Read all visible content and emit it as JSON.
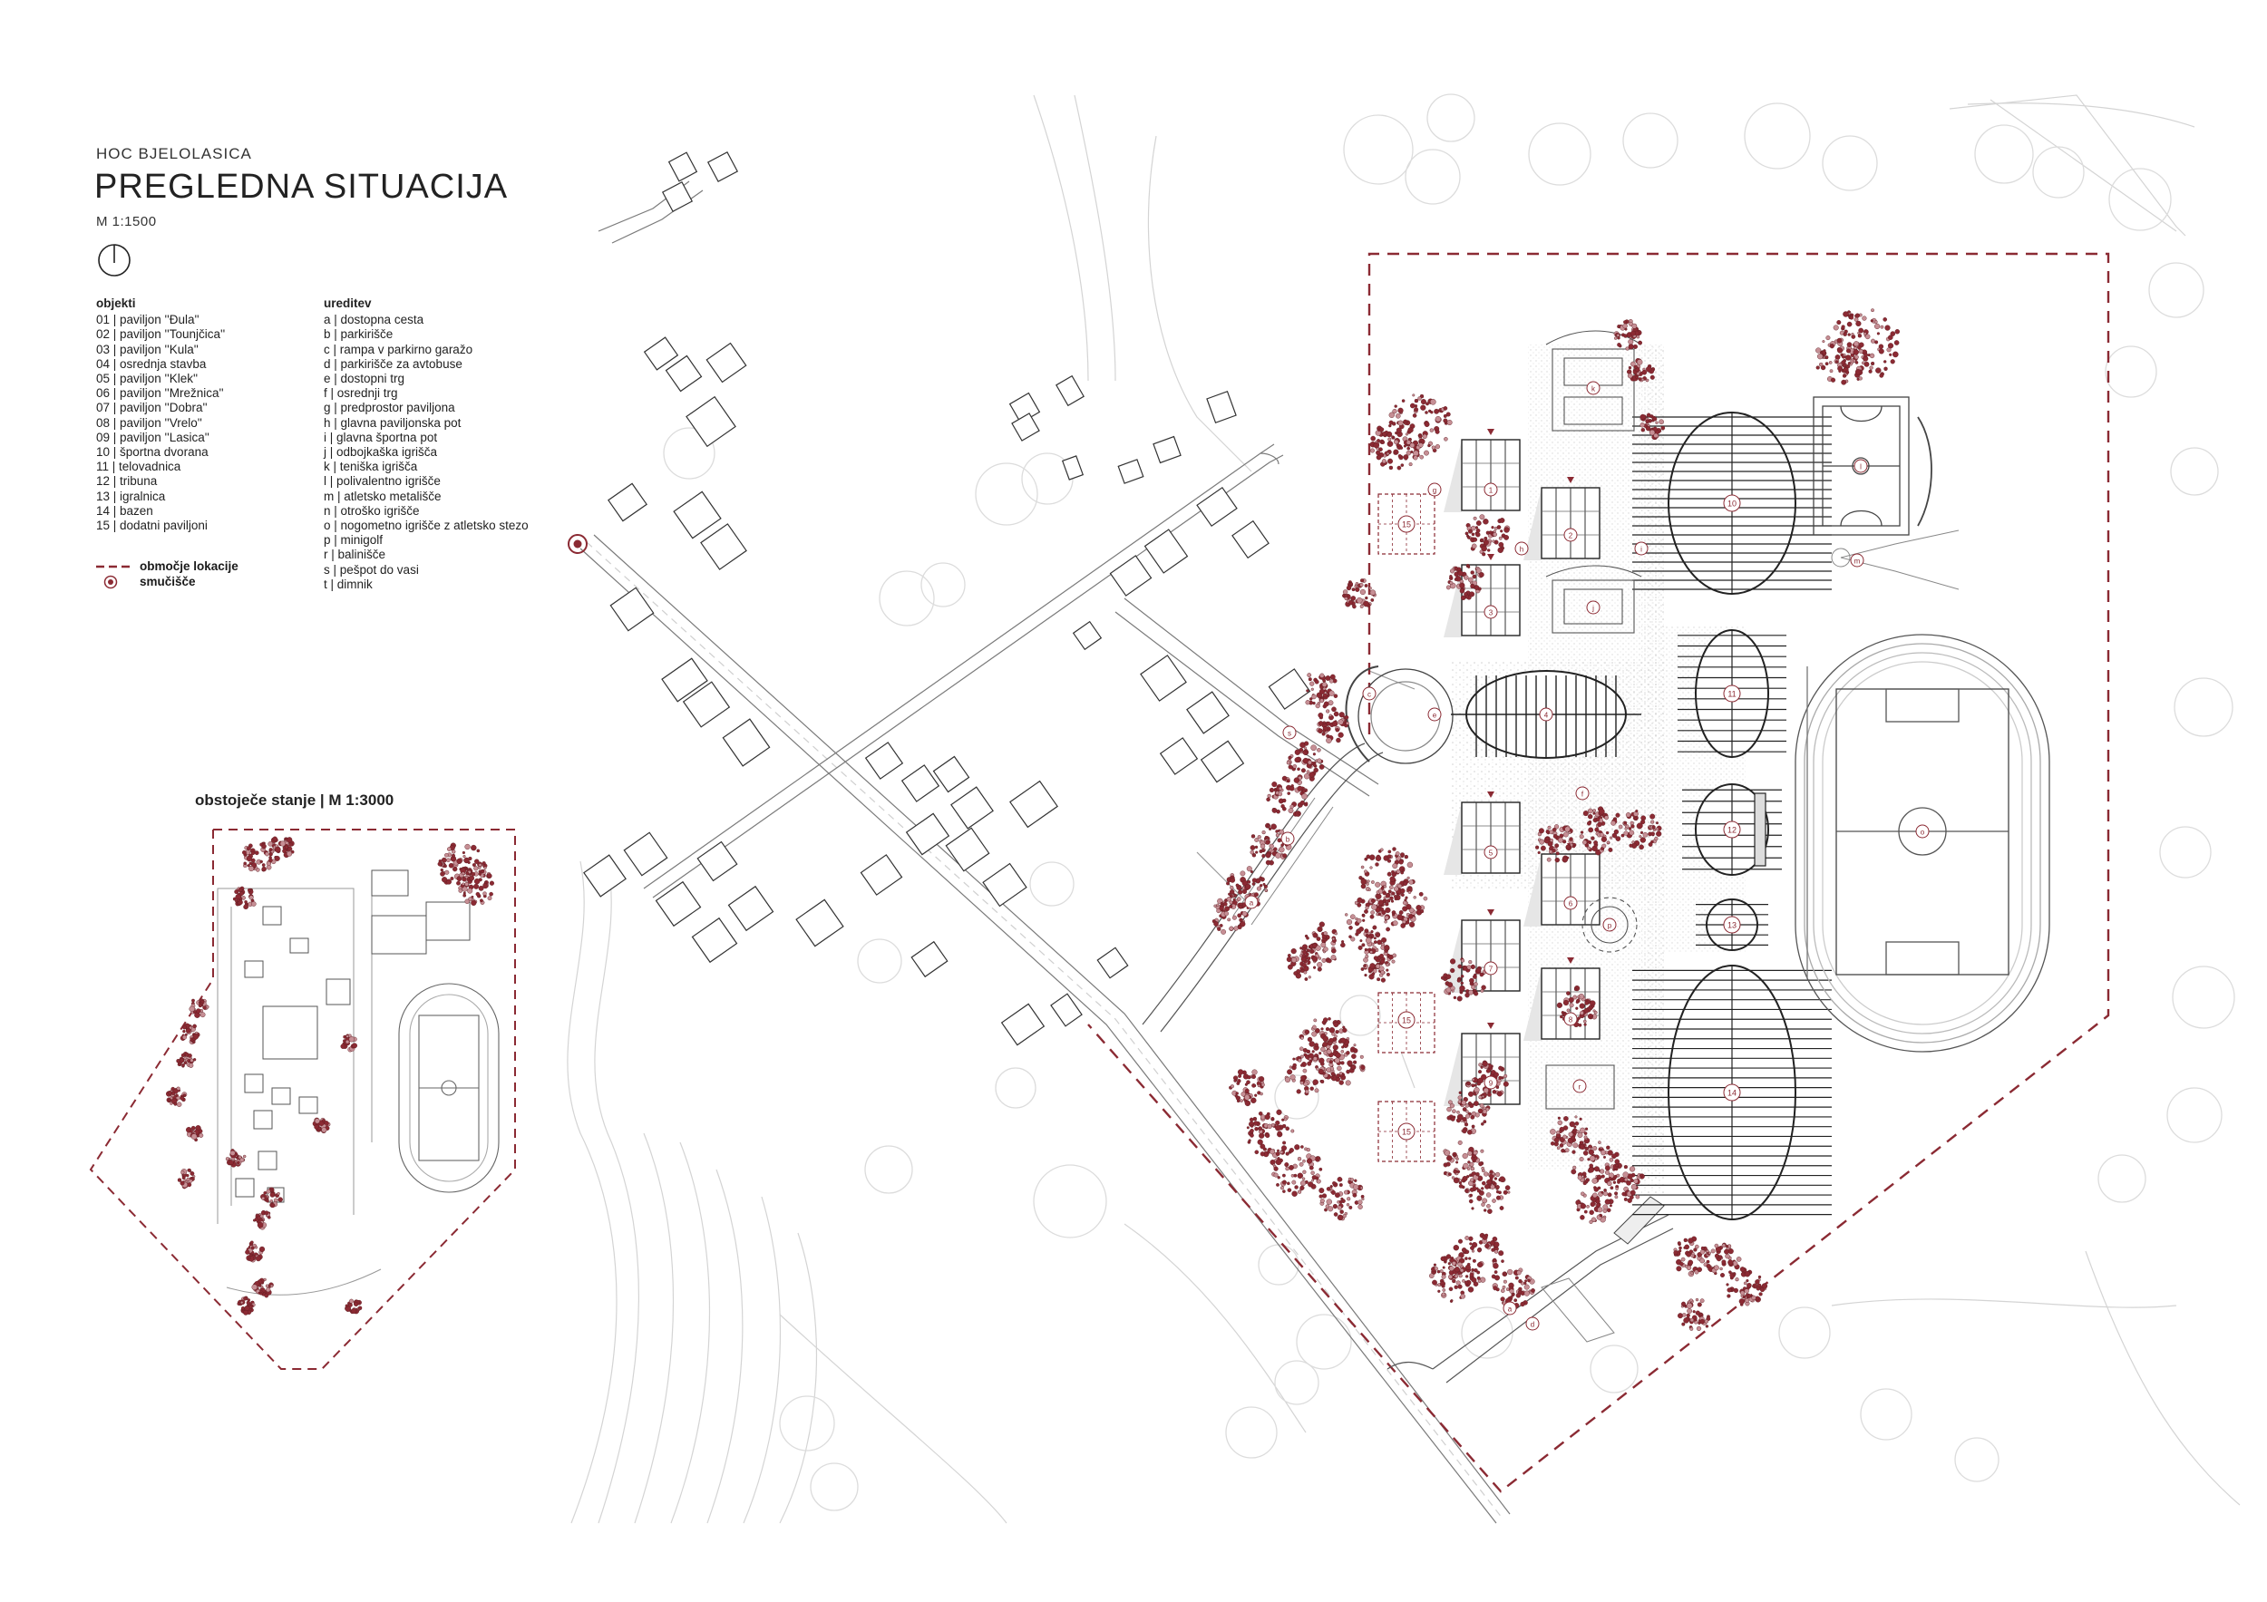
{
  "header": {
    "project": "HOC BJELOLASICA",
    "title": "PREGLEDNA SITUACIJA",
    "scale": "M 1:1500"
  },
  "legend": {
    "objects_title": "objekti",
    "objects": [
      "01 | paviljon ''Đula''",
      "02 | paviljon ''Tounjčica''",
      "03 | paviljon ''Kula''",
      "04 | osrednja stavba",
      "05 | paviljon ''Klek''",
      "06 | paviljon ''Mrežnica''",
      "07 | paviljon ''Dobra''",
      "08 | paviljon ''Vrelo''",
      "09 | paviljon ''Lasica''",
      "10 | športna dvorana",
      "11 | telovadnica",
      "12 | tribuna",
      "13 | igralnica",
      "14 | bazen",
      "15 | dodatni paviljoni"
    ],
    "ureditev_title": "ureditev",
    "ureditev": [
      "a | dostopna cesta",
      "b | parkirišče",
      "c | rampa v parkirno garažo",
      "d | parkirišče za avtobuse",
      "e | dostopni trg",
      "f | osrednji trg",
      "g | predprostor paviljona",
      "h | glavna paviljonska pot",
      "i | glavna športna pot",
      "j | odbojkaška igrišča",
      "k | teniška igrišča",
      "l | polivalentno igrišče",
      "m | atletsko metališče",
      "n | otroško igrišče",
      "o | nogometno igrišče z atletsko stezo",
      "p | minigolf",
      "r | balinišče",
      "s | pešpot do vasi",
      "t | dimnik"
    ],
    "site_boundary": "območje lokacije",
    "ski_slope": "smučišče"
  },
  "mini_map": {
    "title": "obstoječe stanje | M 1:3000"
  },
  "plan_labels": {
    "pavilions": [
      "1",
      "2",
      "3",
      "5",
      "6",
      "7",
      "8",
      "9"
    ],
    "central": "4",
    "sports_hall": "10",
    "gym": "11",
    "tribune": "12",
    "play": "13",
    "pool": "14",
    "extra": "15",
    "letters": [
      "a",
      "b",
      "c",
      "d",
      "e",
      "f",
      "g",
      "h",
      "i",
      "j",
      "k",
      "l",
      "m",
      "o",
      "p",
      "r",
      "s"
    ]
  },
  "colors": {
    "accent": "#8b2a33",
    "line": "#555555",
    "faint": "#c8c8c8"
  }
}
